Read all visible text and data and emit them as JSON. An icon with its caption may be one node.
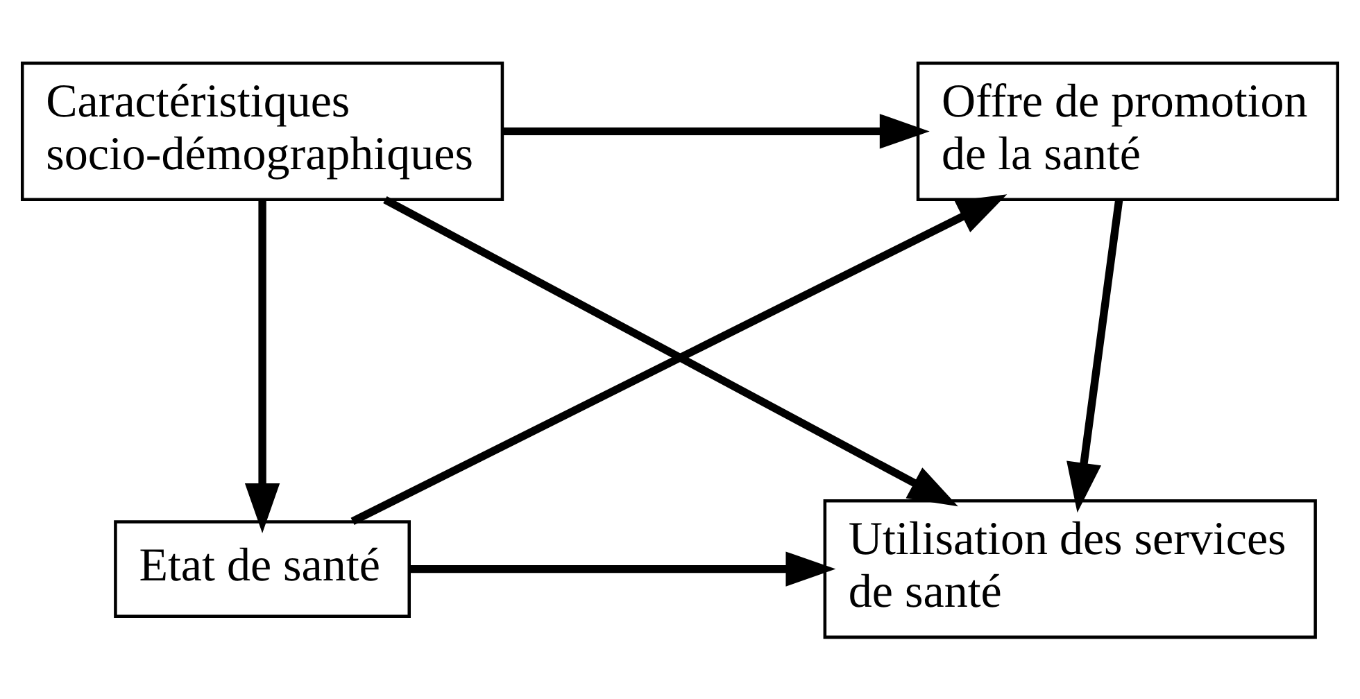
{
  "diagram": {
    "nodes": [
      {
        "text": [
          "Caractéristiques socio-démographiques"
        ]
      },
      {
        "text": [
          "Offre de promotion de la santé"
        ]
      },
      {
        "text": [
          "Etat de santé"
        ]
      },
      {
        "text": [
          "Utilisation des services de santé"
        ]
      }
    ],
    "edges": [
      {
        "from": 0,
        "to": 1,
        "arrow": "to"
      },
      {
        "from": 0,
        "to": 2,
        "arrow": "to"
      },
      {
        "from": 0,
        "to": 3,
        "arrow": "to"
      },
      {
        "from": 2,
        "to": 1,
        "arrow": "to"
      },
      {
        "from": 1,
        "to": 3,
        "arrow": "to"
      },
      {
        "from": 2,
        "to": 3,
        "arrow": "to"
      }
    ]
  }
}
